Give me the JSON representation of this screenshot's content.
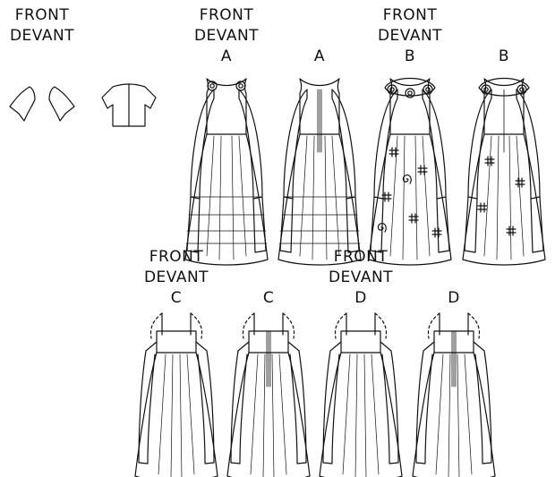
{
  "labels": {
    "bolero": {
      "front": "FRONT",
      "devant": "DEVANT"
    },
    "a": {
      "front": "FRONT",
      "devant": "DEVANT",
      "view": "A",
      "back_view": "A"
    },
    "b": {
      "front": "FRONT",
      "devant": "DEVANT",
      "view": "B",
      "back_view": "B"
    },
    "c": {
      "front": "FRONT",
      "devant": "DEVANT",
      "view": "C",
      "back_view": "C"
    },
    "d": {
      "front": "FRONT",
      "devant": "DEVANT",
      "view": "D",
      "back_view": "D"
    }
  },
  "colors": {
    "line": "#111111",
    "paper": "#ffffff"
  }
}
